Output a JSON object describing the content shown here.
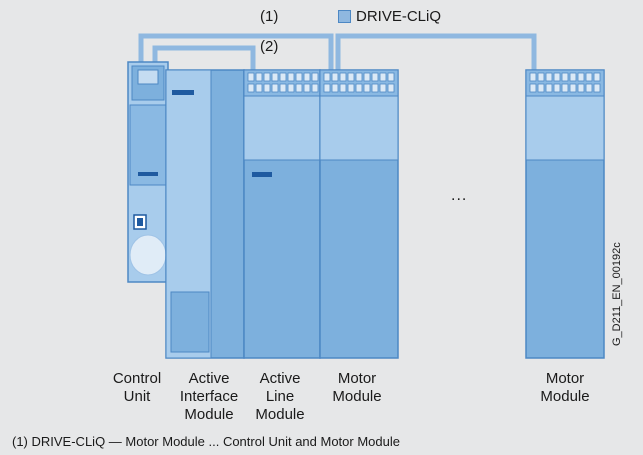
{
  "legend": {
    "label": "DRIVE-CLiQ",
    "color": "#8fb8e0"
  },
  "cables": {
    "c1": "(1)",
    "c2": "(2)"
  },
  "ellipsis": "...",
  "doc_code": "G_D211_EN_00192c",
  "modules": {
    "control_unit": {
      "line1": "Control",
      "line2": "Unit",
      "line3": ""
    },
    "active_interface": {
      "line1": "Active",
      "line2": "Interface",
      "line3": "Module"
    },
    "active_line": {
      "line1": "Active",
      "line2": "Line",
      "line3": "Module"
    },
    "motor1": {
      "line1": "Motor",
      "line2": "Module",
      "line3": ""
    },
    "motor2": {
      "line1": "Motor",
      "line2": "Module",
      "line3": ""
    }
  },
  "footnote": "(1) DRIVE-CLiQ — Motor Module ... Control Unit and Motor Module"
}
